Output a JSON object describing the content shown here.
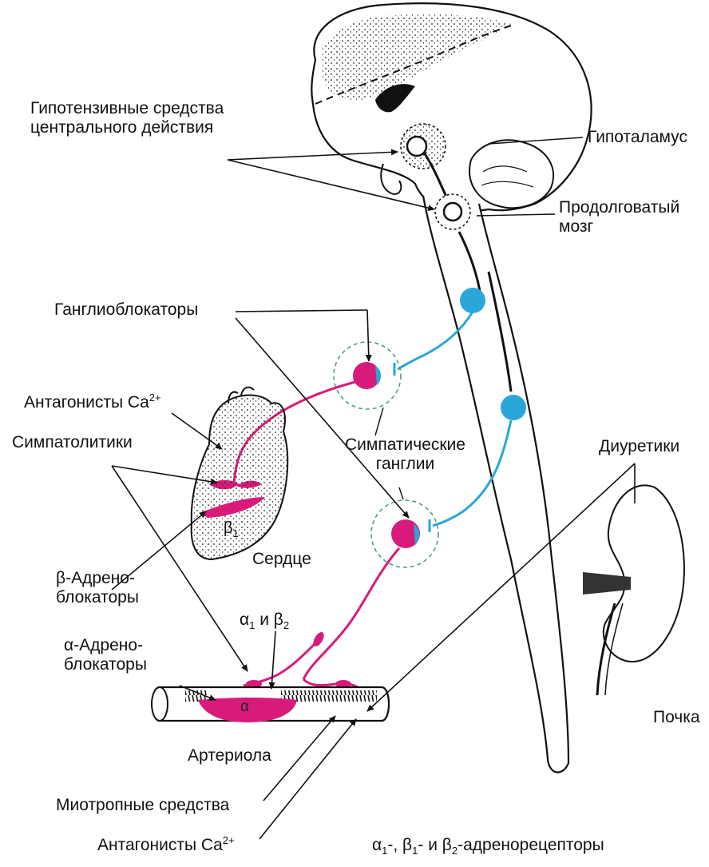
{
  "colors": {
    "sympathetic_post": "#d81b7a",
    "sympathetic_pre": "#2aa7d8",
    "outline": "#111111",
    "ganglion_ring": "#5a9a7a"
  },
  "labels": {
    "central_acting": [
      "Гипотензивные средства",
      "центрального действия"
    ],
    "hypothalamus": "Гипоталамус",
    "medulla": [
      "Продолговатый",
      "мозг"
    ],
    "ganglion_blockers": "Ганглиоблокаторы",
    "ca_antagonists_top": {
      "text": "Антагонисты Ca",
      "sup": "2+"
    },
    "sympatholytics": "Симпатолитики",
    "sympathetic_ganglia": [
      "Симпатические",
      "ганглии"
    ],
    "diuretics": "Диуретики",
    "heart": "Сердце",
    "beta1_mark": {
      "sym": "β",
      "sub": "1"
    },
    "beta_blockers": [
      "β-Адрено-",
      "блокаторы"
    ],
    "alpha1_beta2": {
      "a": "α",
      "a_sub": "1",
      "mid": " и ",
      "b": "β",
      "b_sub": "2"
    },
    "alpha_blockers": [
      "α-Адрено-",
      "блокаторы"
    ],
    "alpha_mark": "α",
    "kidney": "Почка",
    "arteriole": "Артериола",
    "myotropic": "Миотропные средства",
    "ca_antagonists_bottom": {
      "text": "Антагонисты Ca",
      "sup": "2+"
    },
    "receptors": {
      "a": "α",
      "a_sub": "1",
      "t1": "-, ",
      "b1": "β",
      "b1_sub": "1",
      "t2": "- и ",
      "b2": "β",
      "b2_sub": "2",
      "t3": "-адренорецепторы"
    }
  }
}
